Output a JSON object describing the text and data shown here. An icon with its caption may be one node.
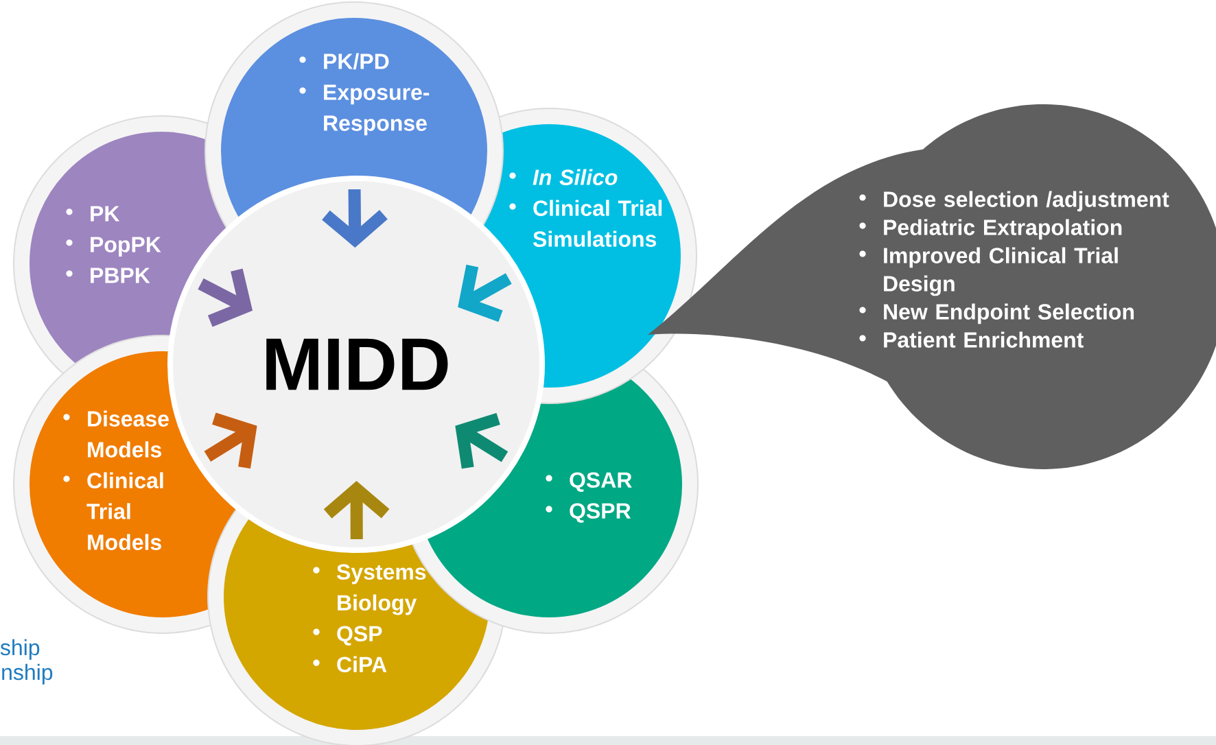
{
  "diagram": {
    "nodes": [
      {
        "text": [
          "MIDD"
        ]
      },
      {
        "text": [
          "PK/PD",
          "Exposure- Response"
        ]
      },
      {
        "text": [
          "In Silico",
          "Clinical Trial Simulations"
        ]
      },
      {
        "text": [
          "QSAR",
          "QSPR"
        ]
      },
      {
        "text": [
          "Systems Biology",
          "QSP",
          "CiPA"
        ]
      },
      {
        "text": [
          "Disease Models",
          "Clinical Trial Models"
        ]
      },
      {
        "text": [
          "PK",
          "PopPK",
          "PBPK"
        ]
      },
      {
        "text": [
          "Dose selection /adjustment",
          "Pediatric Extrapolation",
          "Improved Clinical Trial Design",
          "New Endpoint Selection",
          "Patient Enrichment"
        ]
      }
    ],
    "edges": [
      {
        "from": 1,
        "to": 0,
        "arrow": "to",
        "color": "#4a78c8"
      },
      {
        "from": 2,
        "to": 0,
        "arrow": "to",
        "color": "#12a6c8"
      },
      {
        "from": 3,
        "to": 0,
        "arrow": "to",
        "color": "#0e8a72"
      },
      {
        "from": 4,
        "to": 0,
        "arrow": "to",
        "color": "#a88710"
      },
      {
        "from": 5,
        "to": 0,
        "arrow": "to",
        "color": "#c65e12"
      },
      {
        "from": 6,
        "to": 0,
        "arrow": "to",
        "color": "#7a67a4"
      }
    ],
    "labels": [
      "ship",
      "nship"
    ]
  }
}
